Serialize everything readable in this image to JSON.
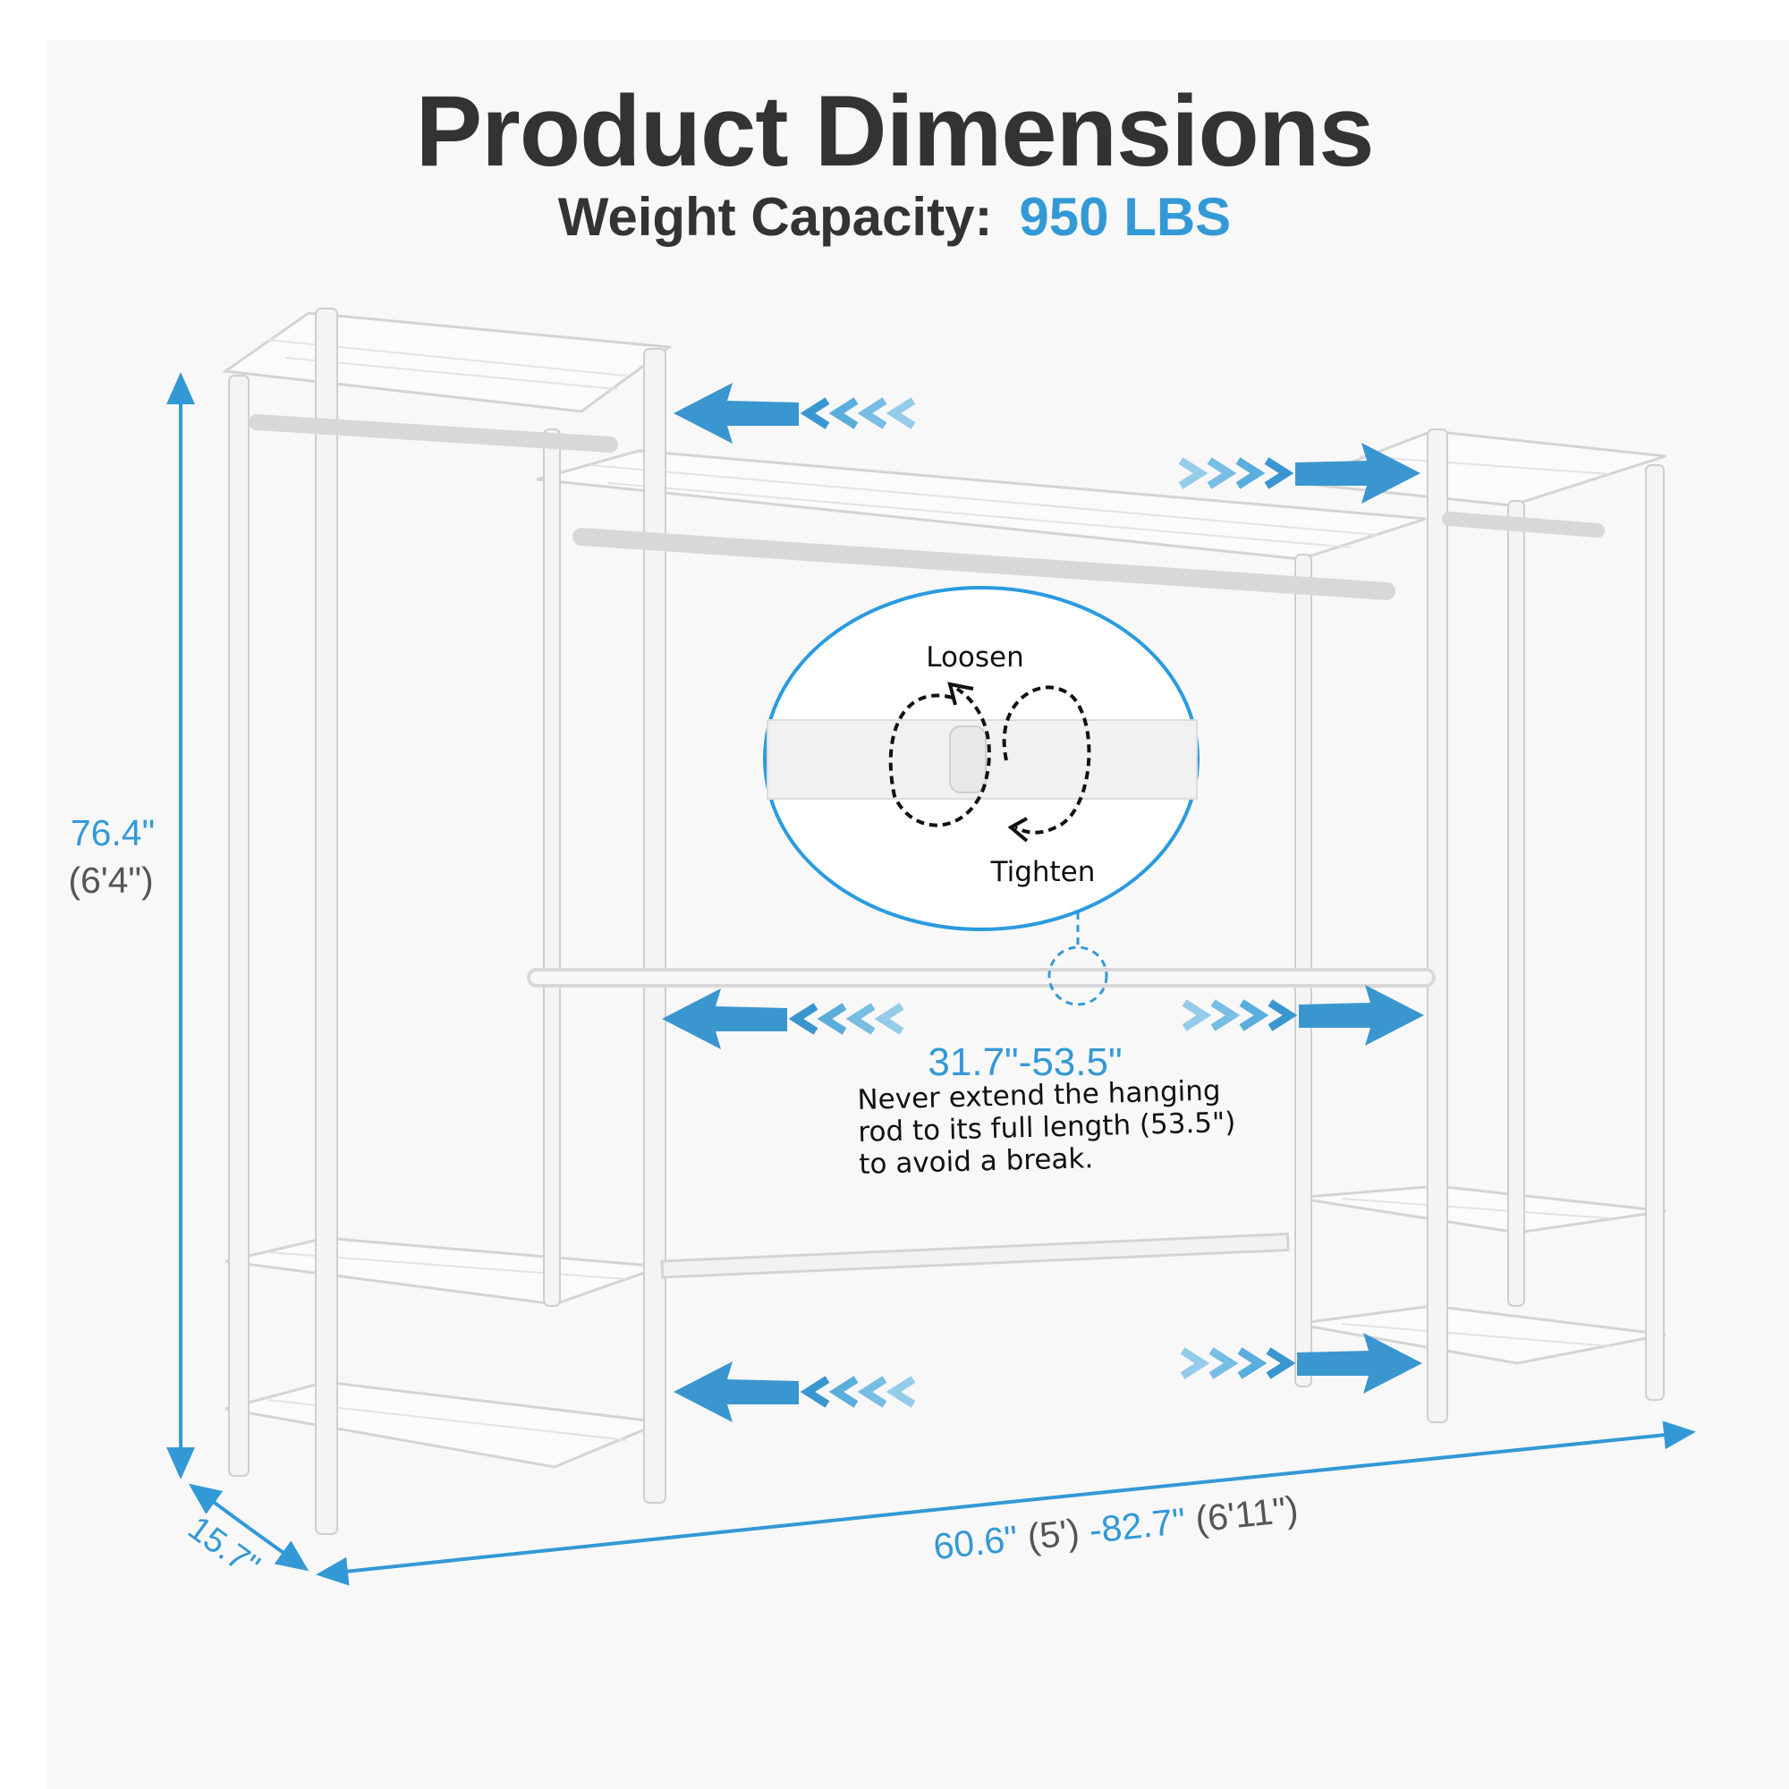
{
  "header": {
    "title": "Product Dimensions",
    "capacity_label": "Weight Capacity:",
    "capacity_value": "950 LBS"
  },
  "dimensions": {
    "height": "76.4\"",
    "height_ft": "(6'4\")",
    "depth": "15.7\"",
    "width_min": "60.6\"",
    "width_min_ft": "(5')",
    "width_max": "-82.7\"",
    "width_max_ft": "(6'11\")",
    "rod_range": "31.7\"-53.5\""
  },
  "callout": {
    "loosen": "Loosen",
    "tighten": "Tighten"
  },
  "warning": {
    "line1": "Never extend the hanging",
    "line2": "rod to its full length (53.5\")",
    "line3": "to avoid a break."
  },
  "colors": {
    "accent": "#3399d6",
    "text": "#333333",
    "panel": "#f8f8f8"
  }
}
